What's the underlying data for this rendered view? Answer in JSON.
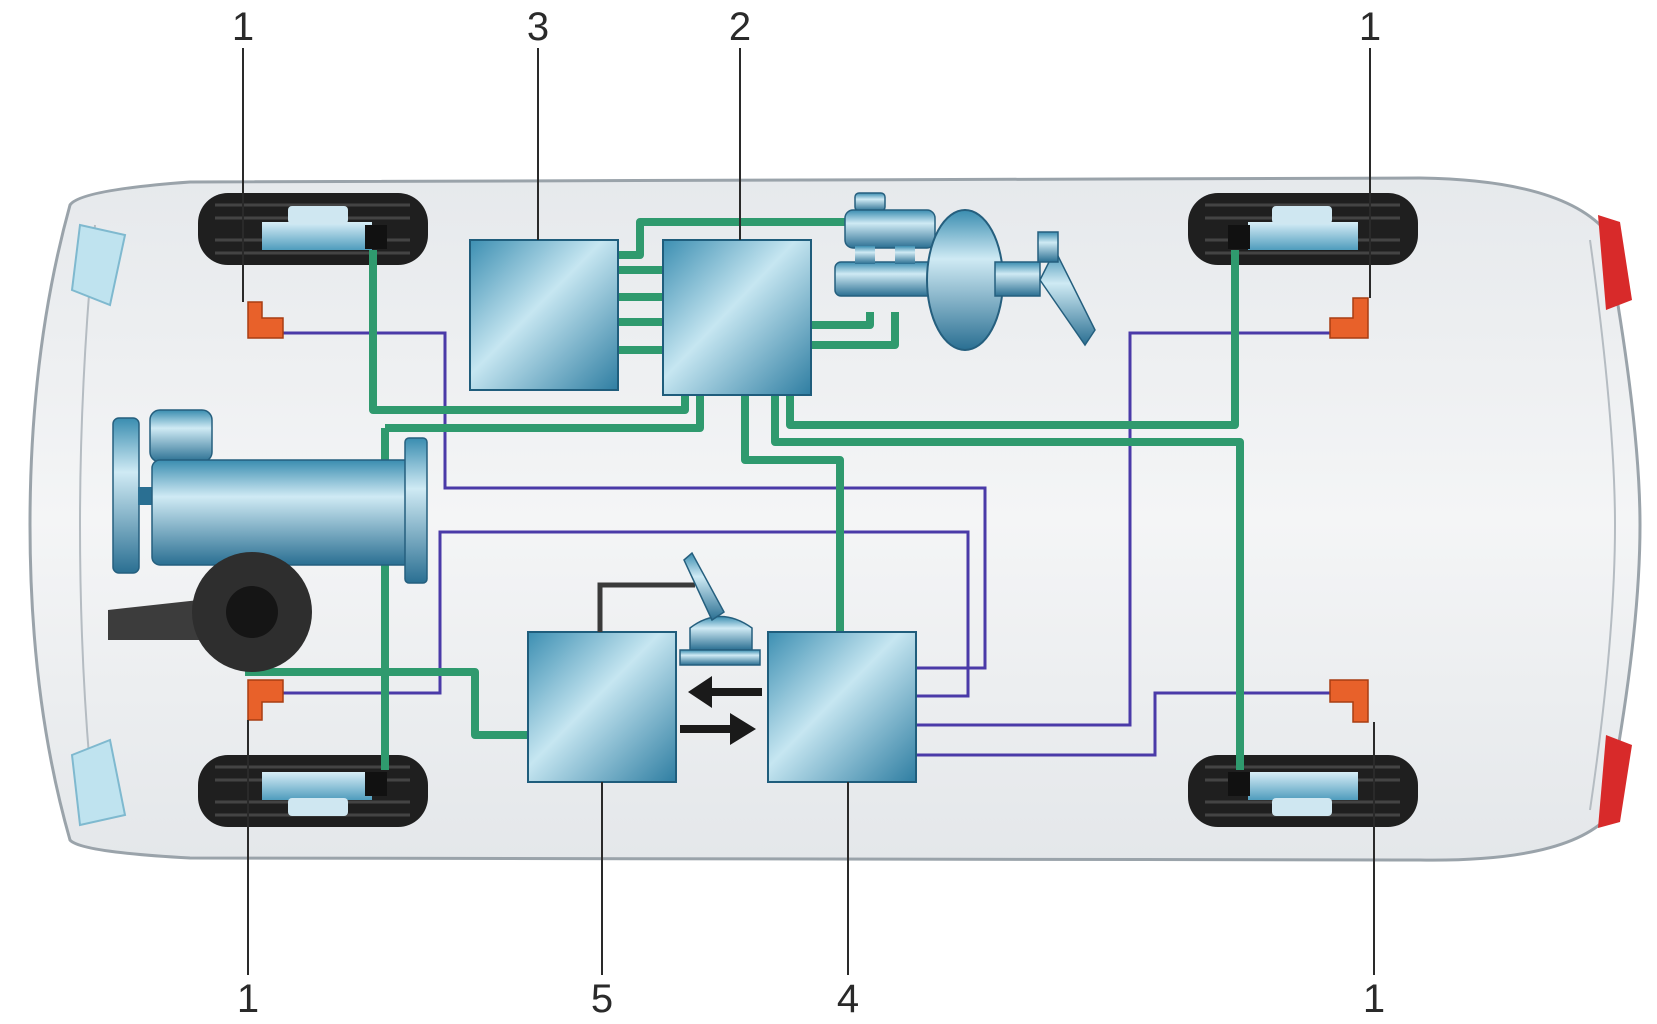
{
  "callouts": {
    "top_left": "1",
    "top_3": "3",
    "top_2": "2",
    "top_right": "1",
    "bottom_left": "1",
    "bottom_5": "5",
    "bottom_4": "4",
    "bottom_right": "1"
  },
  "colors": {
    "hydraulic_line": "#2f9a6e",
    "signal_wire": "#4a3aa8",
    "module_fill": "#6fb3cc",
    "sensor": "#e8612a",
    "tail_light": "#d82a2a",
    "tire": "#1f1f1f"
  },
  "legend_positions": [
    "1",
    "2",
    "3",
    "4",
    "5"
  ]
}
